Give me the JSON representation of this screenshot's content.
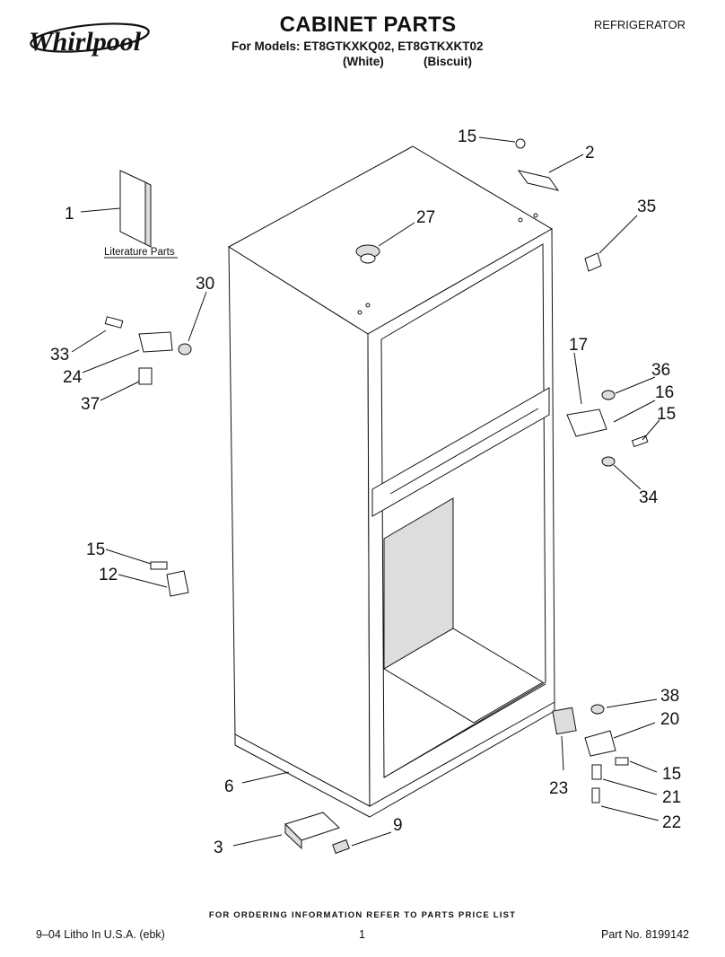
{
  "header": {
    "brand": "Whirlpool",
    "title": "CABINET PARTS",
    "models_line": "For Models: ET8GTKXKQ02, ET8GTKXKT02",
    "variant_white": "(White)",
    "variant_biscuit": "(Biscuit)",
    "appliance_type": "REFRIGERATOR"
  },
  "diagram": {
    "literature_label": "Literature Parts",
    "callouts": {
      "c1": "1",
      "c2": "2",
      "c3": "3",
      "c6": "6",
      "c9": "9",
      "c12": "12",
      "c15a": "15",
      "c15b": "15",
      "c15c": "15",
      "c15d": "15",
      "c16": "16",
      "c17": "17",
      "c20": "20",
      "c21": "21",
      "c22": "22",
      "c23": "23",
      "c24": "24",
      "c27": "27",
      "c30": "30",
      "c33": "33",
      "c34": "34",
      "c35": "35",
      "c36": "36",
      "c37": "37",
      "c38": "38"
    }
  },
  "footer": {
    "order_note": "FOR ORDERING INFORMATION REFER TO PARTS PRICE LIST",
    "litho": "9–04 Litho In U.S.A. (ebk)",
    "page": "1",
    "part_no": "Part No. 8199142"
  }
}
